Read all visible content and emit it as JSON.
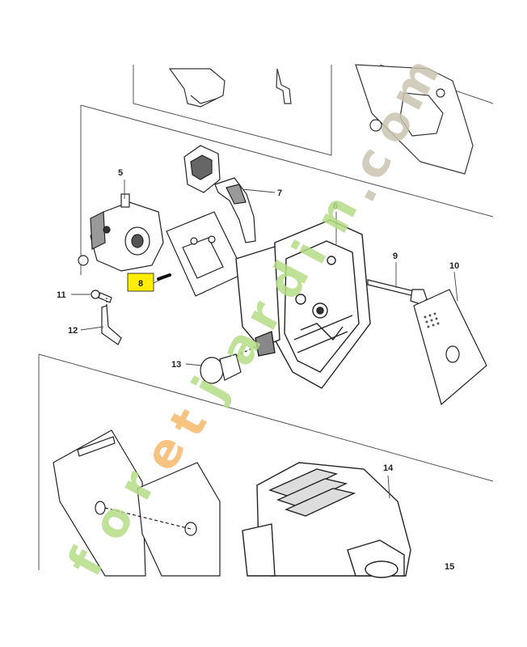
{
  "diagram": {
    "callouts": {
      "c5": "5",
      "c6": "6",
      "c7": "7",
      "c8": "8",
      "c9": "9",
      "c10": "10",
      "c11": "11",
      "c12": "12",
      "c13": "13",
      "c14": "14",
      "c15": "15"
    },
    "highlight_color": "#ffee00",
    "line_color": "#333333"
  },
  "watermark": {
    "letters": [
      "f",
      "o",
      "r",
      "e",
      "t",
      "j",
      "a",
      "r",
      "d",
      "i",
      "n",
      ".",
      "c",
      "o",
      "m"
    ],
    "colors": {
      "green": "#b5dc86",
      "orange": "#f6b96b",
      "gray": "#c9c3b0"
    }
  }
}
